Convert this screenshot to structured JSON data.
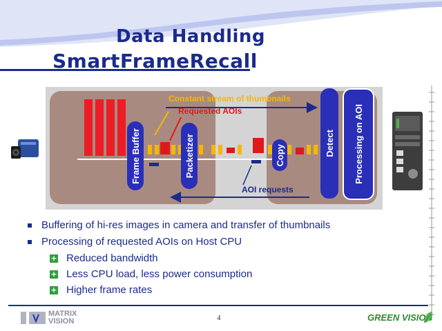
{
  "slide": {
    "title_line1": "Data Handling",
    "title_line2": "SmartFrameRecall",
    "page_number": "4"
  },
  "diagram": {
    "label_thumbnail_stream": "Constant stream of thumbnails",
    "label_requested_aois": "Requested AOIs",
    "label_aoi_requests": "AOI requests",
    "box_frame_buffer": "Frame Buffer",
    "box_packetizer": "Packetizer",
    "box_copy": "Copy",
    "box_detect": "Detect",
    "box_processing": "Processing on AOI"
  },
  "bullets": [
    "Buffering of hi-res images in camera and transfer of thumbnails",
    "Processing of requested AOIs on Host CPU"
  ],
  "sub_bullets": [
    "Reduced bandwidth",
    "Less CPU load, less power consumption",
    "Higher frame rates"
  ],
  "footer": {
    "left_logo_line1": "MATRIX",
    "left_logo_line2": "VISION",
    "right_logo": "GREEN VISION"
  },
  "colors": {
    "title_blue": "#1b2a8c",
    "box_blue": "#2a2fb8",
    "aoi_red": "#dd1a1a",
    "thumbnail_yellow": "#f5b800",
    "zone_brown": "#a98a80",
    "bullet_green": "#2e9e3e"
  }
}
